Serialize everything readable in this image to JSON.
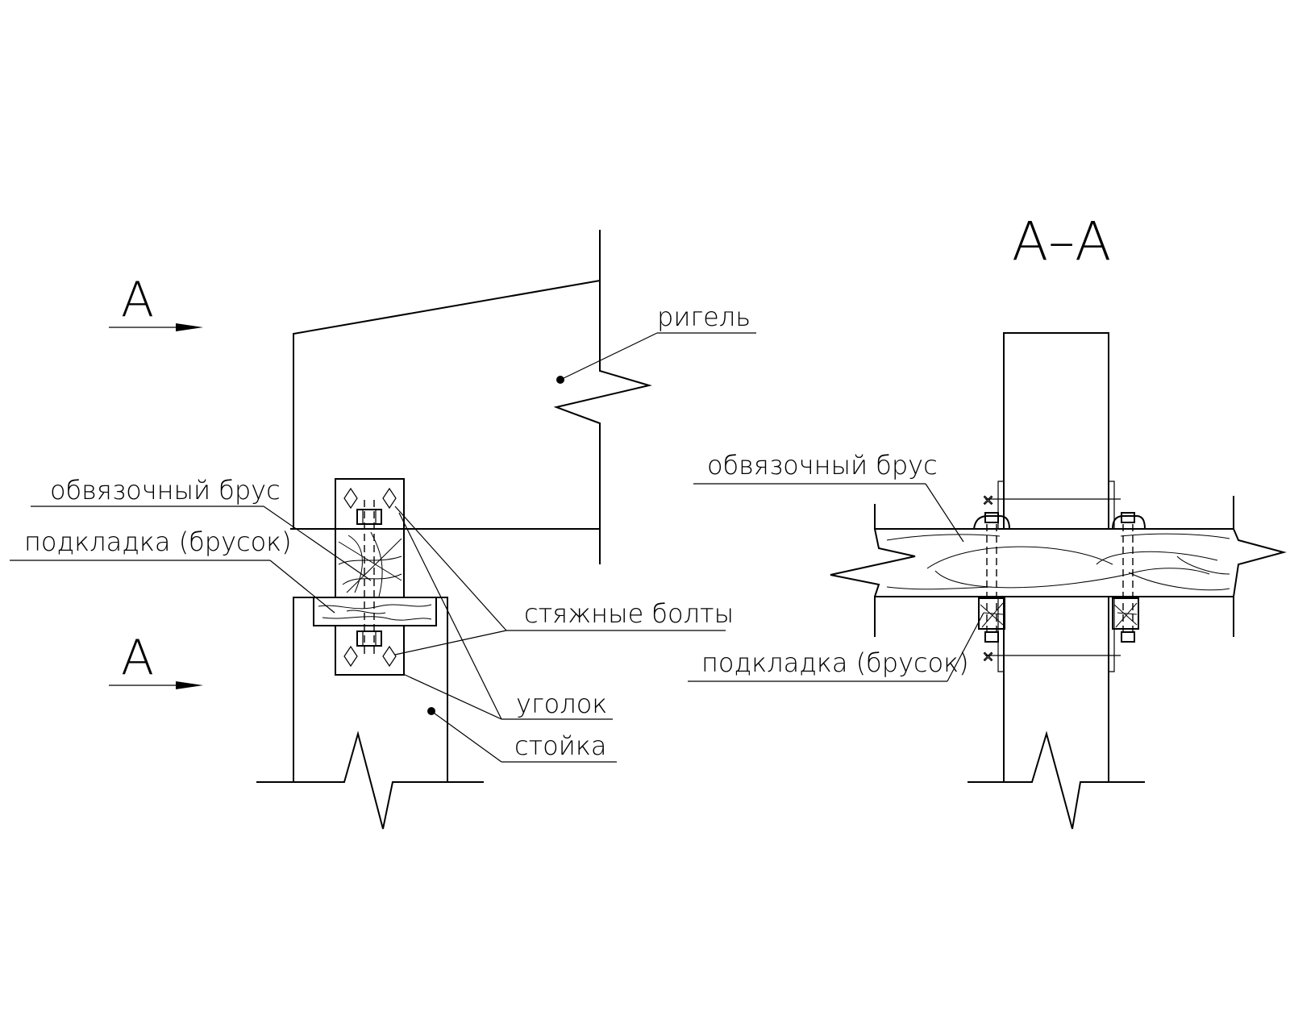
{
  "section_marks": {
    "top": "А",
    "bottom": "А"
  },
  "section_title": "А–А",
  "labels": {
    "rigel": "ригель",
    "obvyazochny_brus_left": "обвязочный брус",
    "podkladka_left": "подкладка (брусок)",
    "styazhnye_bolty": "стяжные болты",
    "ugolok": "уголок",
    "stoyka": "стойка",
    "obvyazochny_brus_right": "обвязочный брус",
    "podkladka_right": "подкладка (брусок)"
  }
}
